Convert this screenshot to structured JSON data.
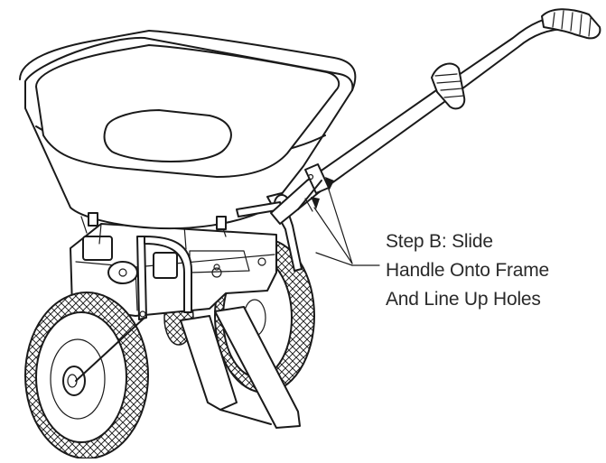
{
  "callout": {
    "lines": [
      "Step B: Slide",
      "Handle Onto Frame",
      "And Line Up Holes"
    ]
  }
}
